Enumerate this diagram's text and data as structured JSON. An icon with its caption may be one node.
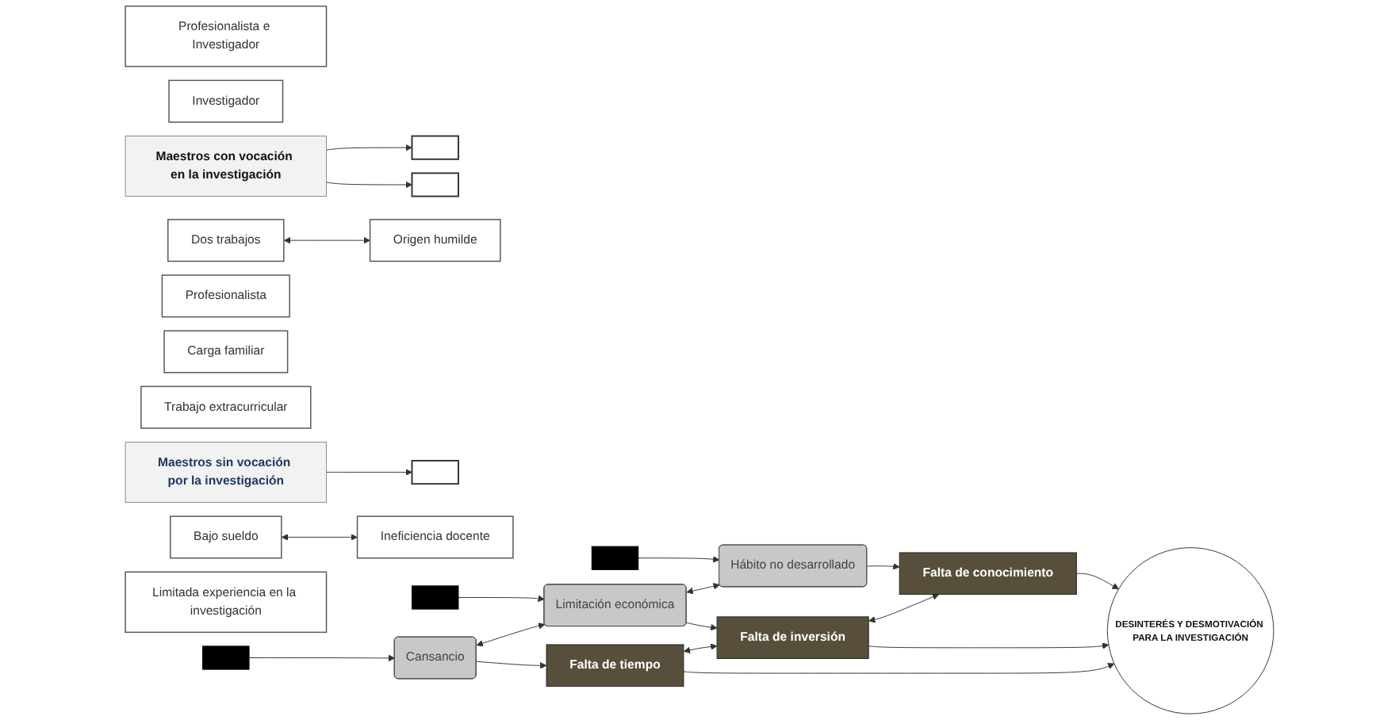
{
  "diagram": {
    "nodes": [
      {
        "text": [
          "Profesionalista e Investigador"
        ]
      },
      {
        "text": [
          "Investigador"
        ]
      },
      {
        "text": [
          "Maestros con vocación en la investigación"
        ]
      },
      {
        "text": [
          "Maestros sin vocación por la investigación"
        ]
      },
      {
        "text": [
          "Profesionalista"
        ]
      },
      {
        "text": [],
        "shape": "bracket"
      },
      {
        "text": [
          "Carga familiar"
        ]
      },
      {
        "text": [
          "Trabajo extracurricular"
        ]
      },
      {
        "text": [
          "Dos trabajos"
        ]
      },
      {
        "text": [],
        "shape": "bracket"
      },
      {
        "text": [
          "Origen humilde"
        ]
      },
      {
        "text": [
          "Bajo sueldo"
        ]
      },
      {
        "text": [],
        "shape": "bracket"
      },
      {
        "text": [
          "Ineficiencia docente"
        ]
      },
      {
        "text": [
          "Limitada experiencia en la investigación"
        ]
      },
      {
        "text": [],
        "shape": "bar"
      },
      {
        "text": [],
        "shape": "bar"
      },
      {
        "text": [],
        "shape": "bar"
      },
      {
        "text": [
          "Cansancio"
        ]
      },
      {
        "text": [
          "Limitación económica"
        ]
      },
      {
        "text": [
          "Hábito no desarrollado"
        ]
      },
      {
        "text": [
          "Falta de tiempo"
        ]
      },
      {
        "text": [
          "Falta de inversión"
        ]
      },
      {
        "text": [
          "Falta de conocimiento"
        ]
      },
      {
        "text": [
          "DESINTERÉS Y DESMOTIVACIÓN PARA LA INVESTIGACIÓN"
        ]
      }
    ],
    "edges": [
      {
        "from": 2,
        "to": 5,
        "arrow": "to"
      },
      {
        "from": 2,
        "to": 9,
        "arrow": "to"
      },
      {
        "from": 3,
        "to": 12,
        "arrow": "to"
      },
      {
        "from": 8,
        "to": 10,
        "arrow": "both"
      },
      {
        "from": 11,
        "to": 13,
        "arrow": "both"
      },
      {
        "from": 15,
        "to": 18,
        "arrow": "to"
      },
      {
        "from": 16,
        "to": 19,
        "arrow": "to"
      },
      {
        "from": 17,
        "to": 20,
        "arrow": "to"
      },
      {
        "from": 18,
        "to": 19,
        "arrow": "both"
      },
      {
        "from": 19,
        "to": 20,
        "arrow": "both"
      },
      {
        "from": 18,
        "to": 21,
        "arrow": "to"
      },
      {
        "from": 19,
        "to": 22,
        "arrow": "to"
      },
      {
        "from": 20,
        "to": 23,
        "arrow": "to"
      },
      {
        "from": 21,
        "to": 22,
        "arrow": "both"
      },
      {
        "from": 22,
        "to": 23,
        "arrow": "both"
      },
      {
        "from": 21,
        "to": 24,
        "arrow": "to"
      },
      {
        "from": 22,
        "to": 24,
        "arrow": "to"
      },
      {
        "from": 23,
        "to": 24,
        "arrow": "to"
      }
    ]
  }
}
